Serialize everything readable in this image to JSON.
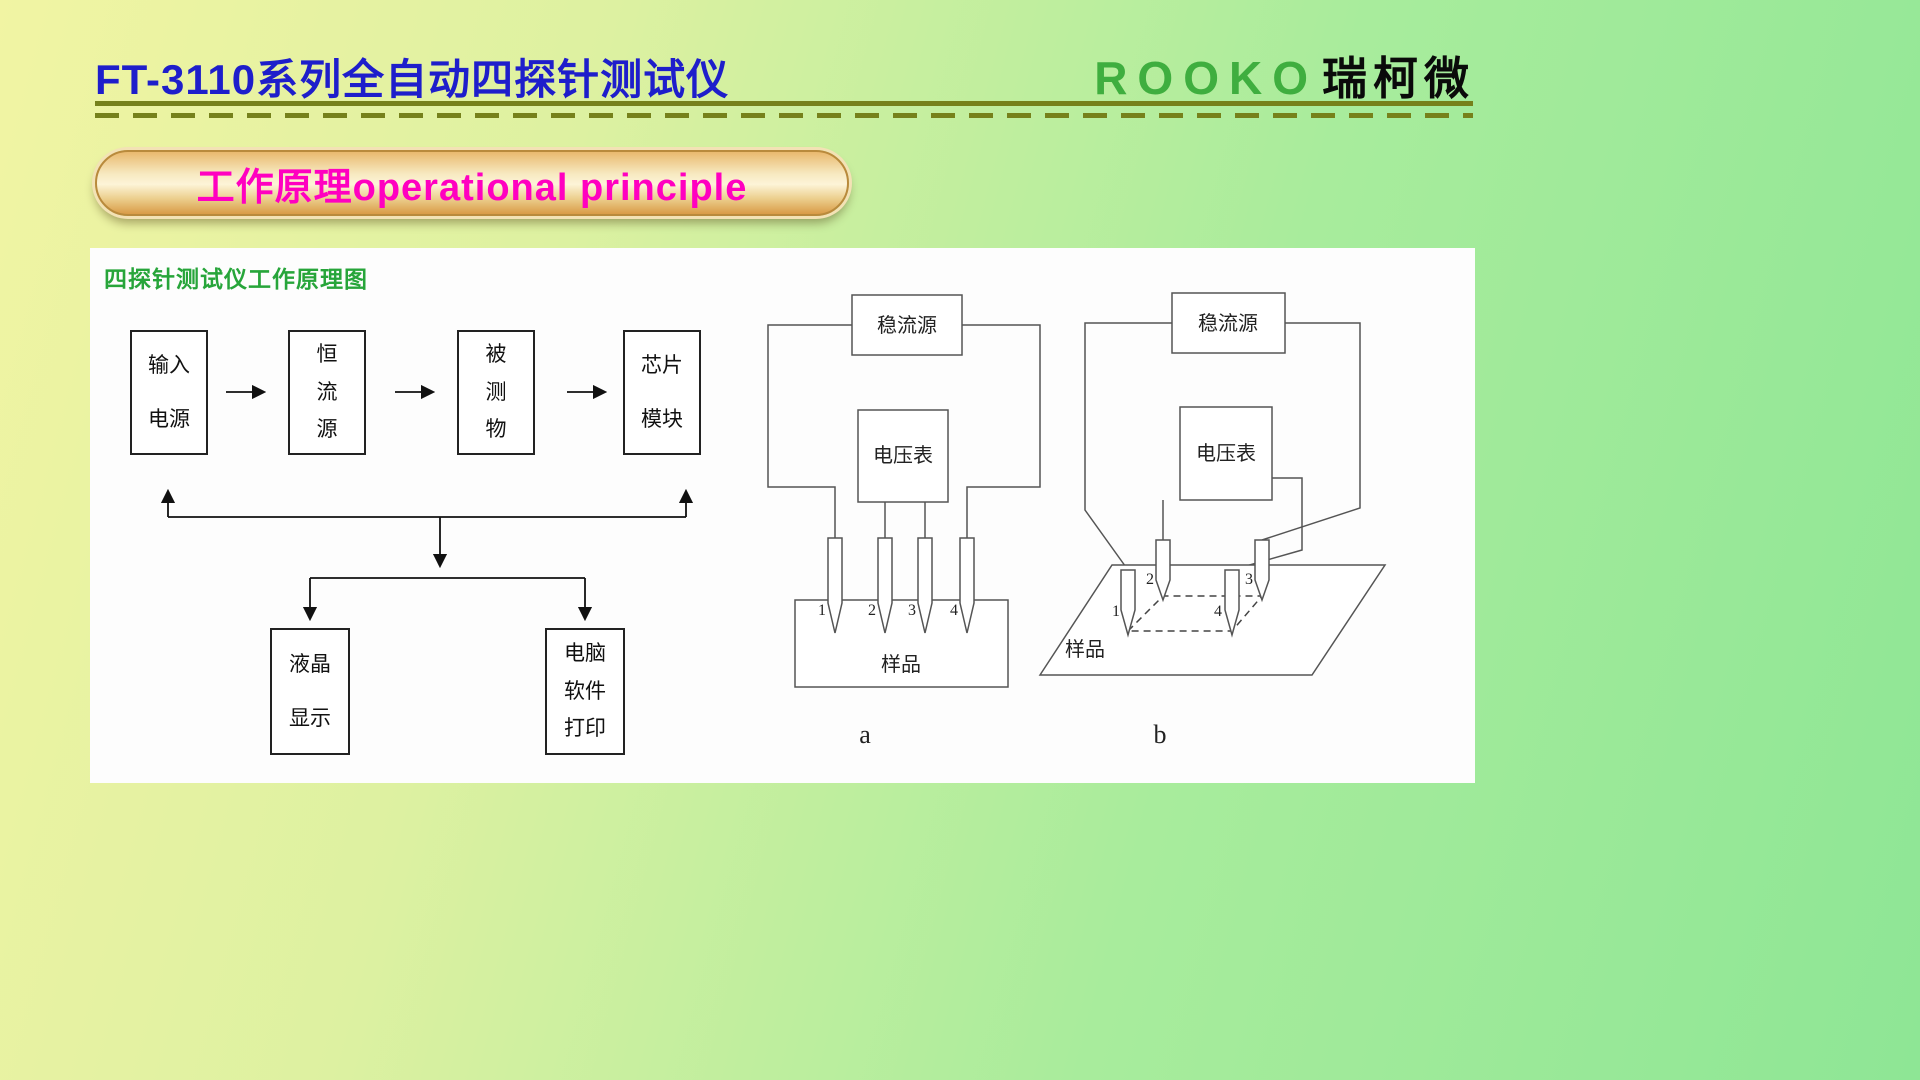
{
  "header": {
    "title": "FT-3110系列全自动四探针测试仪",
    "brand_en": "ROOKO",
    "brand_cn": "瑞柯微"
  },
  "banner": {
    "label": "工作原理operational principle"
  },
  "flowchart": {
    "title": "四探针测试仪工作原理图",
    "boxes": [
      {
        "label": "输入\n电源"
      },
      {
        "label": "恒\n流\n源"
      },
      {
        "label": "被\n测\n物"
      },
      {
        "label": "芯片\n模块"
      },
      {
        "label": "液晶\n显示"
      },
      {
        "label": "电脑\n软件\n打印"
      }
    ]
  },
  "circuits": {
    "a": {
      "source": "稳流源",
      "voltmeter": "电压表",
      "sample": "样品",
      "probes": [
        "1",
        "2",
        "3",
        "4"
      ],
      "caption": "a"
    },
    "b": {
      "source": "稳流源",
      "voltmeter": "电压表",
      "sample": "样品",
      "probes": [
        "1",
        "2",
        "3",
        "4"
      ],
      "caption": "b"
    }
  },
  "colors": {
    "accent_blue": "#1e1ecb",
    "brand_green": "#3fae3f",
    "banner_text": "#ff00c0",
    "line_olive": "#76811b",
    "flow_title_green": "#27a53a"
  }
}
